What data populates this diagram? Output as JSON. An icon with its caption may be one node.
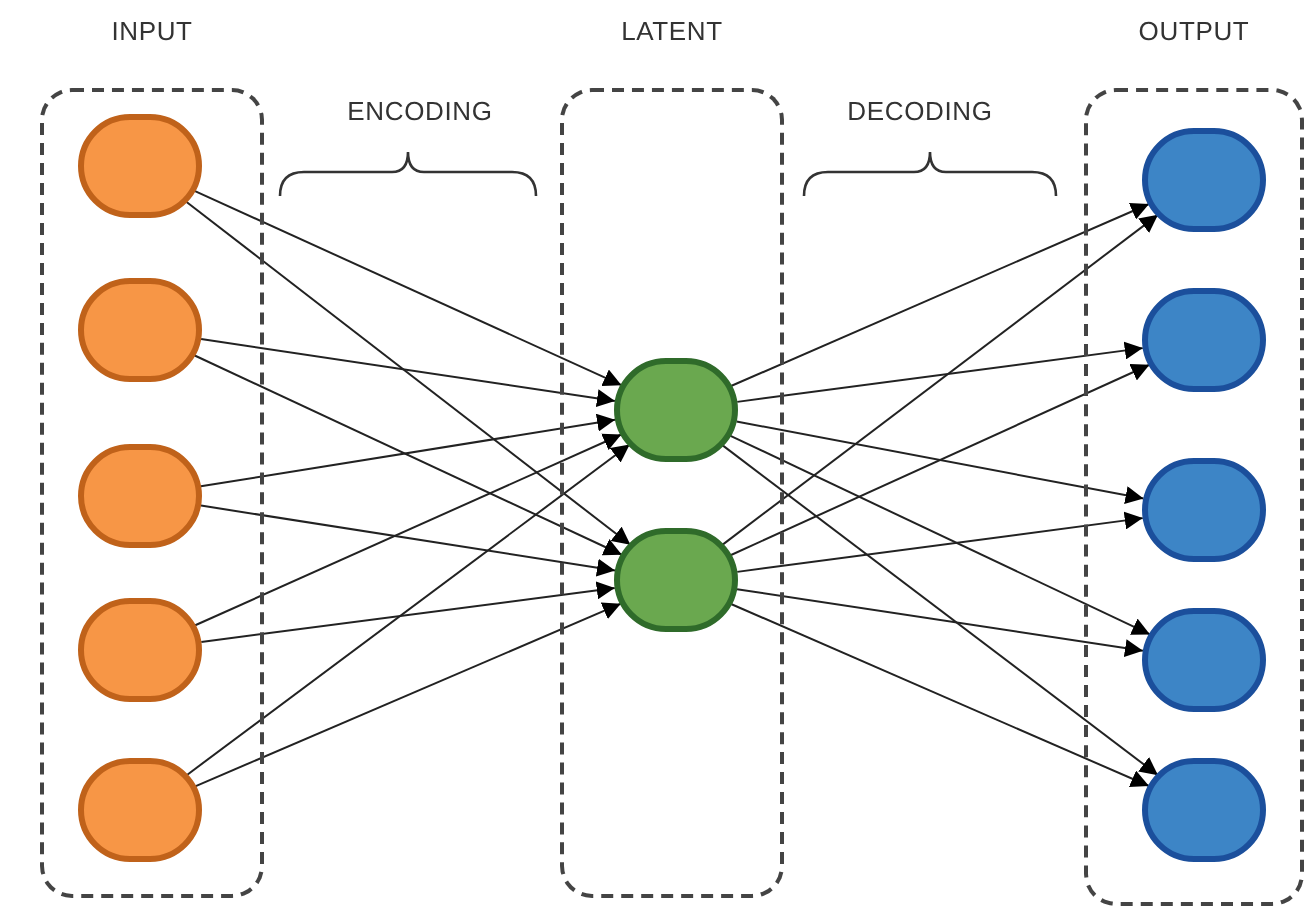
{
  "diagram": {
    "nodes": [
      {
        "text": [
          "INPUT"
        ]
      },
      {
        "text": [],
        "shape": "circle",
        "in": 0
      },
      {
        "text": [],
        "shape": "circle",
        "in": 0
      },
      {
        "text": [],
        "shape": "circle",
        "in": 0
      },
      {
        "text": [],
        "shape": "circle",
        "in": 0
      },
      {
        "text": [],
        "shape": "circle",
        "in": 0
      },
      {
        "text": [
          "LATENT"
        ]
      },
      {
        "text": [],
        "shape": "circle",
        "in": 6
      },
      {
        "text": [],
        "shape": "circle",
        "in": 6
      },
      {
        "text": [
          "OUTPUT"
        ]
      },
      {
        "text": [],
        "shape": "circle",
        "in": 9
      },
      {
        "text": [],
        "shape": "circle",
        "in": 9
      },
      {
        "text": [],
        "shape": "circle",
        "in": 9
      },
      {
        "text": [],
        "shape": "circle",
        "in": 9
      },
      {
        "text": [],
        "shape": "circle",
        "in": 9
      }
    ],
    "edges": [
      {
        "from": 1,
        "to": 7,
        "arrow": "to"
      },
      {
        "from": 1,
        "to": 8,
        "arrow": "to"
      },
      {
        "from": 2,
        "to": 7,
        "arrow": "to"
      },
      {
        "from": 2,
        "to": 8,
        "arrow": "to"
      },
      {
        "from": 3,
        "to": 7,
        "arrow": "to"
      },
      {
        "from": 3,
        "to": 8,
        "arrow": "to"
      },
      {
        "from": 4,
        "to": 7,
        "arrow": "to"
      },
      {
        "from": 4,
        "to": 8,
        "arrow": "to"
      },
      {
        "from": 5,
        "to": 7,
        "arrow": "to"
      },
      {
        "from": 5,
        "to": 8,
        "arrow": "to"
      },
      {
        "from": 7,
        "to": 10,
        "arrow": "to"
      },
      {
        "from": 7,
        "to": 11,
        "arrow": "to"
      },
      {
        "from": 7,
        "to": 12,
        "arrow": "to"
      },
      {
        "from": 7,
        "to": 13,
        "arrow": "to"
      },
      {
        "from": 7,
        "to": 14,
        "arrow": "to"
      },
      {
        "from": 8,
        "to": 10,
        "arrow": "to"
      },
      {
        "from": 8,
        "to": 11,
        "arrow": "to"
      },
      {
        "from": 8,
        "to": 12,
        "arrow": "to"
      },
      {
        "from": 8,
        "to": 13,
        "arrow": "to"
      },
      {
        "from": 8,
        "to": 14,
        "arrow": "to"
      }
    ],
    "labels": [
      "ENCODING",
      "DECODING"
    ]
  }
}
